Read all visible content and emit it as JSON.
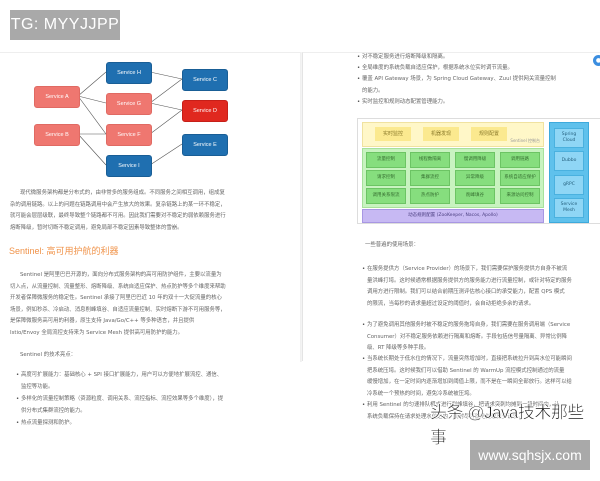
{
  "badges": {
    "tg": "TG: MYYJJPP",
    "site": "www.sqhsjx.com"
  },
  "watermark": "头条 @Java技术那些事",
  "left_page": {
    "diagram": {
      "services": [
        {
          "id": "H",
          "label": "Service H",
          "color": "#1f6fb0"
        },
        {
          "id": "C",
          "label": "Service C",
          "color": "#1f6fb0"
        },
        {
          "id": "A",
          "label": "Service A",
          "color": "#ef7770"
        },
        {
          "id": "G",
          "label": "Service G",
          "color": "#ef7770"
        },
        {
          "id": "D",
          "label": "Service D",
          "color": "#e0281f"
        },
        {
          "id": "B",
          "label": "Service B",
          "color": "#ef7770"
        },
        {
          "id": "F",
          "label": "Service F",
          "color": "#ef7770"
        },
        {
          "id": "E",
          "label": "Service E",
          "color": "#1f6fb0"
        },
        {
          "id": "I",
          "label": "Service I",
          "color": "#1f6fb0"
        }
      ]
    },
    "intro": [
      "现代微服务架构都是分布式的，由非常多的服务组成。不同服务之间相互调用，组成复",
      "杂的调用链路。以上的问题在链路调用中会产生放大的效果。复杂链路上的某一环不稳定，",
      "就可能会层层级联，最终导致整个链路都不可用。因此我们需要对不稳定的弱依赖服务进行",
      "熔断降级，暂时切断不稳定调用，避免局部不稳定因素导致整体的雪崩。"
    ],
    "heading": "Sentinel: 高可用护航的利器",
    "sentinel_desc": [
      "Sentinel 是阿里巴巴开源的，面向分布式服务架构的高可用防护组件，主要以流量为",
      "切入点，从流量控制、流量整形、熔断降级、系统自适应保护、热点防护等多个维度来帮助",
      "开发者保障微服务的稳定性。Sentinel 承接了阿里巴巴近 10 年的双十一大促流量的核心",
      "场景，例如秒杀、冷启动、消息削峰填谷、自适应流量控制、实时熔断下游不可用服务等，",
      "是保障微服务高可用的利器，原生支持 Java/Go/C++ 等多种语言，并且提供",
      "Istio/Envoy 全局流控支持来为 Service Mesh 提供高可用防护的能力。"
    ],
    "tech_title": "Sentinel 的技术亮点：",
    "tech_points": [
      "高度可扩展能力：基础核心 + SPI 接口扩展能力，用户可以方便地扩展流控、通信、",
      "监控等功能。",
      "多样化的流量控制策略（资源粒度、调用关系、流控指标、流控效果等多个维度），提",
      "供分布式集群流控的能力。",
      "热点流量探测和防护。"
    ]
  },
  "right_page": {
    "top_bullets": [
      "对不稳定服务进行熔断降级和隔离。",
      "全局维度的系统负载自适应保护，根据系统水位实时调节流量。",
      "覆盖 API Gateway 场景，为 Spring Cloud Gateway、Zuul 提供网关流量控制",
      "的能力。",
      "实时监控和规则动态配置管理能力。"
    ],
    "architecture": {
      "console": {
        "chips": [
          "实时监控",
          "机器发现",
          "规则配置"
        ],
        "label": "Sentinel 控制台"
      },
      "core_cells": [
        "流量控制",
        "线程数隔离",
        "慢调用降级",
        "调用链路",
        "请求控制",
        "集群流控",
        "异常降级",
        "系统自适应保护",
        "调用关系限流",
        "热点防护",
        "削峰填谷",
        "来源访问控制"
      ],
      "dynamic_config": "动态规则配置 (ZooKeeper, Nacos, Apollo)",
      "integrations": [
        "Spring Cloud",
        "Dubbo",
        "gRPC",
        "Service Mesh"
      ]
    },
    "scenarios_title": "一些普遍的使用场景：",
    "scenarios": [
      "在服务提供方（Service Provider）的场景下，我们需要保护服务提供方自身不被流",
      "量洪峰打垮。这时候通常根据服务提供方的服务能力进行流量控制，或针对特定的服务",
      "调用方进行限制。我们可以结合前期压测评估核心接口的承受能力，配置 QPS 模式",
      "的限流，当每秒的请求量超过设定的阈值时，会自动拒绝多余的请求。",
      "为了避免调用其他服务时被不稳定的服务拖垮自身，我们需要在服务调用端（Service",
      "Consumer）对不稳定服务依赖进行隔离和熔断。手段包括信号量隔离、异常比例降",
      "级、RT 降级等多种手段。",
      "当系统长期处于低水位的情况下，流量突然增加时，直接把系统拉升到高水位可能瞬间",
      "把系统压垮。这时候我们可以借助 Sentinel 的 WarmUp 流控模式控制通过的流量",
      "缓慢增加，在一定时间内逐渐增加到阈值上限，而不是在一瞬间全部放行。这样可以给",
      "冷系统一个预热的时间，避免冷系统被压垮。",
      "利用 Sentinel 的匀速排队模式进行削峰填谷，把请求突刺均摊到一段时间内，让",
      "系统负载保持在请求处理水位之内，同时尽可能地处理更多请求。"
    ]
  }
}
